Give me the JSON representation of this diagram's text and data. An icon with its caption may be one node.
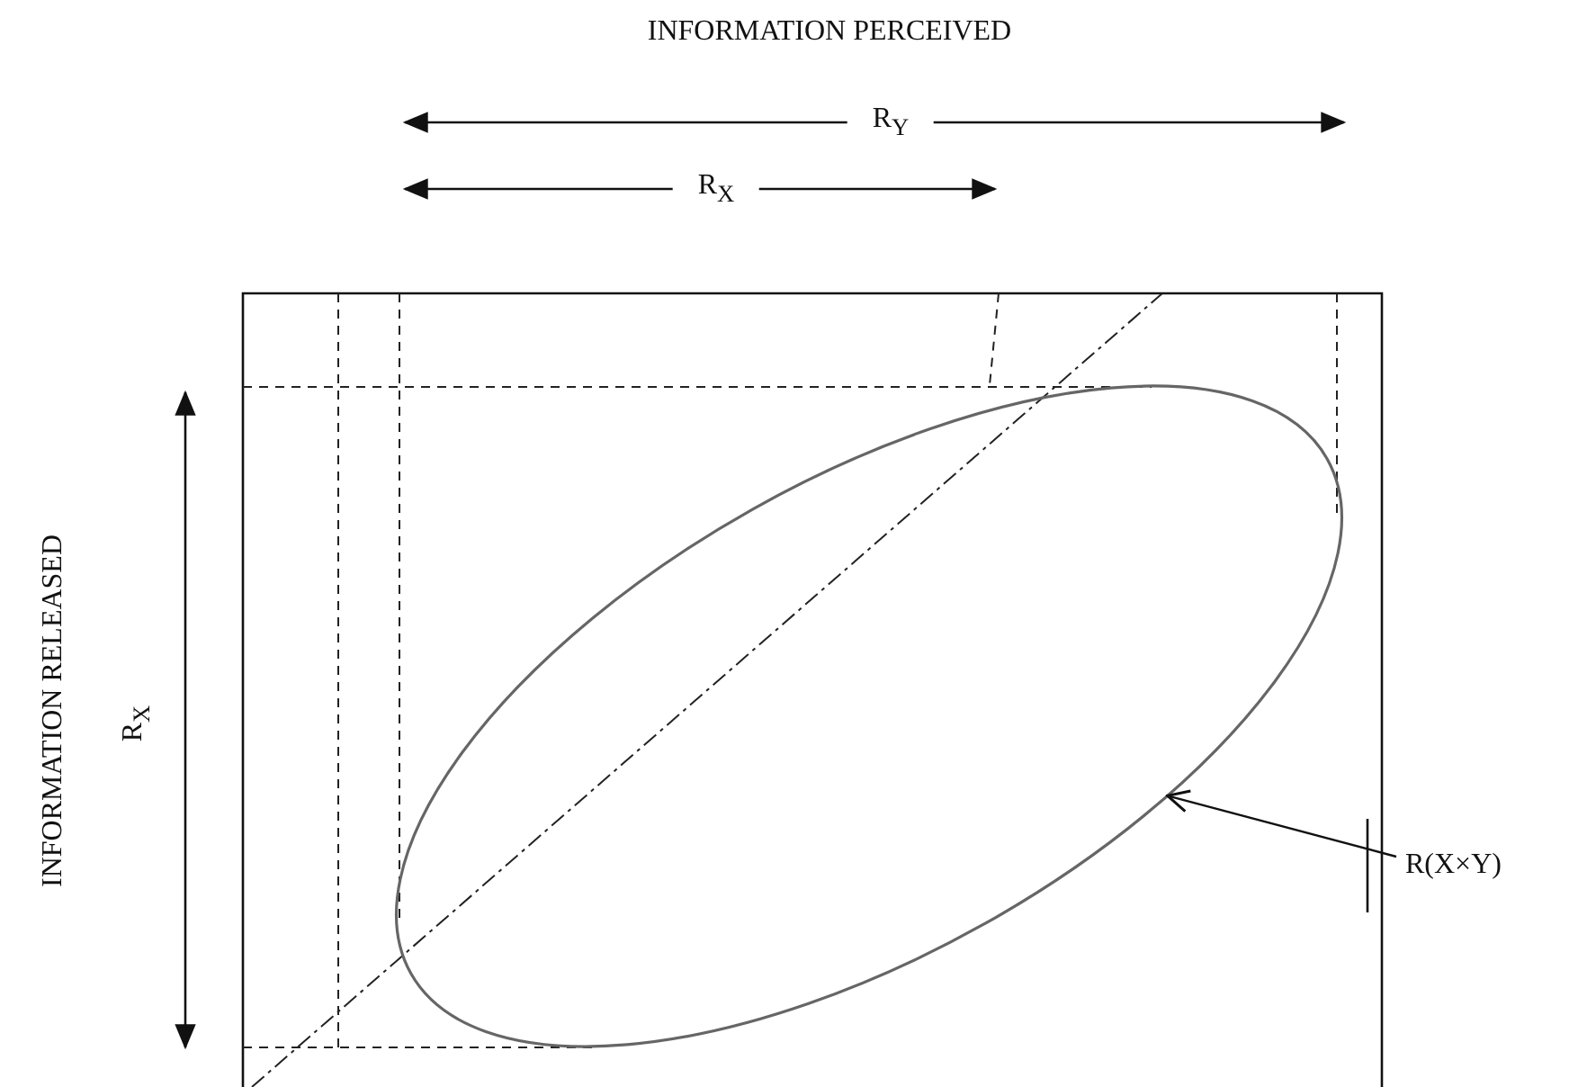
{
  "diagram": {
    "nodes": [
      {
        "text": [],
        "shape": "ellipse"
      },
      {
        "text": [
          "R(X×Y)"
        ]
      }
    ],
    "edges": [
      {
        "from": 1,
        "to": 0,
        "arrow": "to"
      }
    ],
    "labels": [
      "INFORMATION PERCEIVED",
      "R$_{Y}$",
      "R$_{X}$",
      "INFORMATION RELEASED",
      "R$_{X}$"
    ]
  }
}
